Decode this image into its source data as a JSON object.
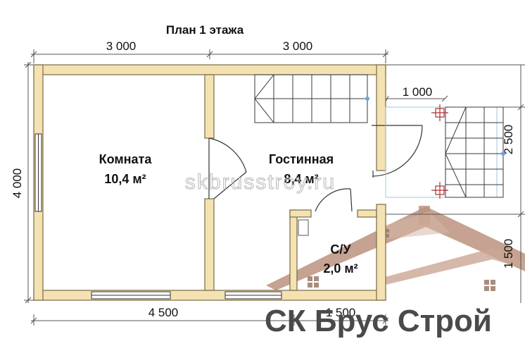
{
  "plan": {
    "title": "План 1 этажа",
    "dims": {
      "top_left": "3 000",
      "top_right": "3 000",
      "left": "4 000",
      "porch_width": "1 000",
      "porch_depth": "2 500",
      "right_lower": "1 500",
      "bottom_left": "4 500",
      "bottom_right": "1 500"
    },
    "rooms": [
      {
        "name": "Комната",
        "area": "10,4 м²"
      },
      {
        "name": "Гостинная",
        "area": "8,4 м²"
      },
      {
        "name": "С/У",
        "area": "2,0 м²"
      }
    ],
    "watermark": "skbrusstroy.ru",
    "brand": "СК Брус Строй",
    "colors": {
      "wall": "#f4e2b2",
      "roof": "#b8927c",
      "brand_text": "#4a4a4a"
    }
  }
}
